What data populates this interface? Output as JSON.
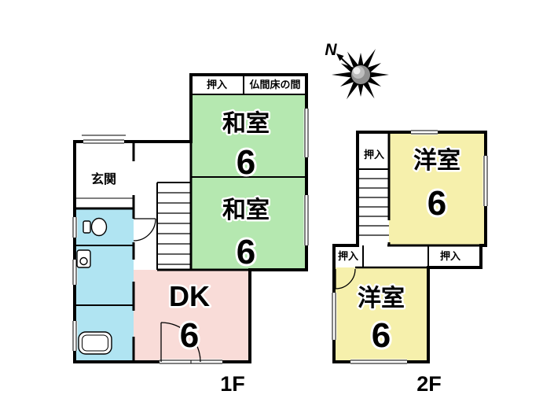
{
  "compass": {
    "n": "N"
  },
  "f1": {
    "label": "1F",
    "oshiire": "押入",
    "butsuma": "仏間床の間",
    "genkan": "玄関",
    "washitsu1": {
      "name": "和室",
      "size": "6"
    },
    "washitsu2": {
      "name": "和室",
      "size": "6"
    },
    "dk": {
      "name": "DK",
      "size": "6"
    }
  },
  "f2": {
    "label": "2F",
    "oshiire_top": "押入",
    "oshiire_left": "押入",
    "oshiire_right": "押入",
    "yoshitsu1": {
      "name": "洋室",
      "size": "6"
    },
    "yoshitsu2": {
      "name": "洋室",
      "size": "6"
    }
  },
  "colors": {
    "wall": "#000000",
    "tatami_green": "#b5e8b0",
    "dk_pink": "#f9dcd8",
    "bath_cyan": "#b0e4f2",
    "western_yellow": "#f6f0ac",
    "compass_core": "#8f8f8f"
  }
}
